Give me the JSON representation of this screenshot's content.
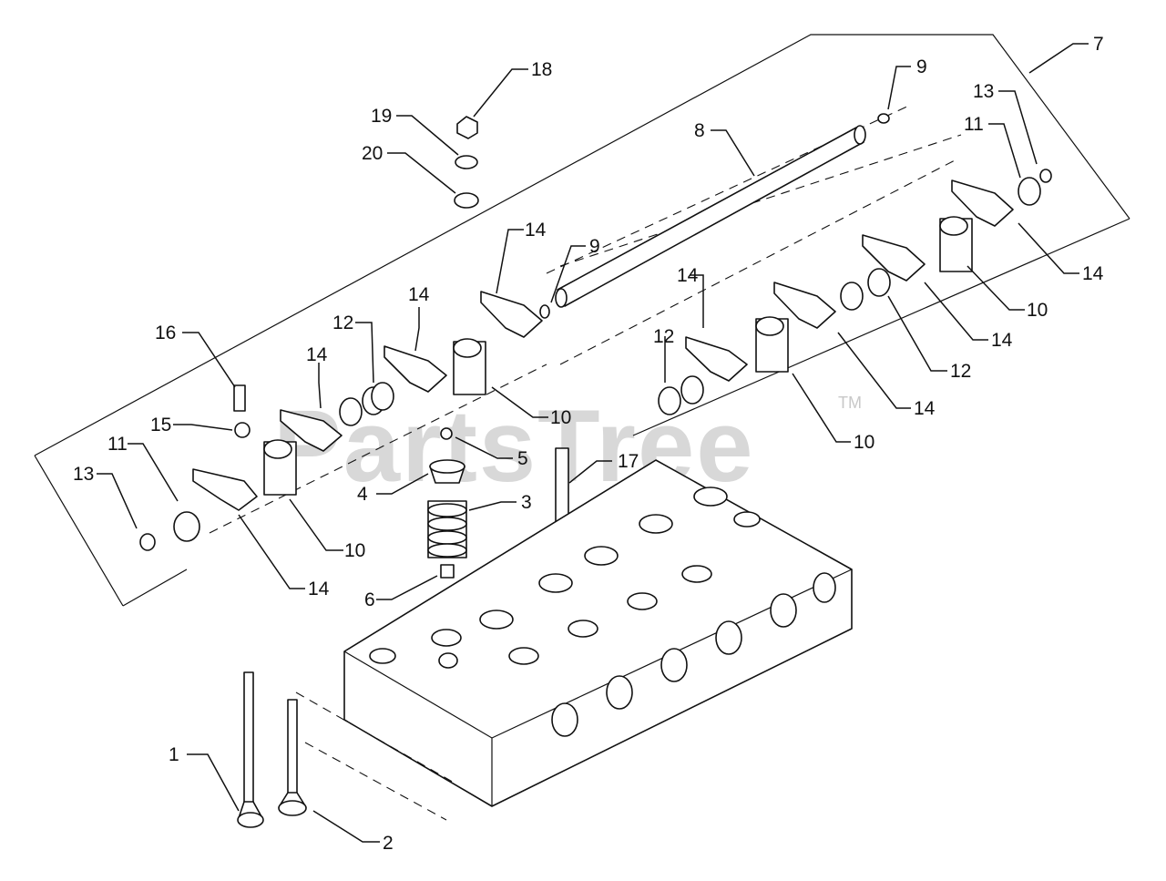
{
  "watermark": {
    "text": "PartsTree",
    "trademark": "TM"
  },
  "callouts": {
    "c1": "1",
    "c2": "2",
    "c3": "3",
    "c4": "4",
    "c5": "5",
    "c6": "6",
    "c7": "7",
    "c8": "8",
    "c9a": "9",
    "c9b": "9",
    "c10a": "10",
    "c10b": "10",
    "c10c": "10",
    "c10d": "10",
    "c11a": "11",
    "c11b": "11",
    "c12a": "12",
    "c12b": "12",
    "c12c": "12",
    "c13a": "13",
    "c13b": "13",
    "c14a": "14",
    "c14b": "14",
    "c14c": "14",
    "c14d": "14",
    "c14e": "14",
    "c14f": "14",
    "c14g": "14",
    "c14h": "14",
    "c15": "15",
    "c16": "16",
    "c17": "17",
    "c18": "18",
    "c19": "19",
    "c20": "20"
  }
}
